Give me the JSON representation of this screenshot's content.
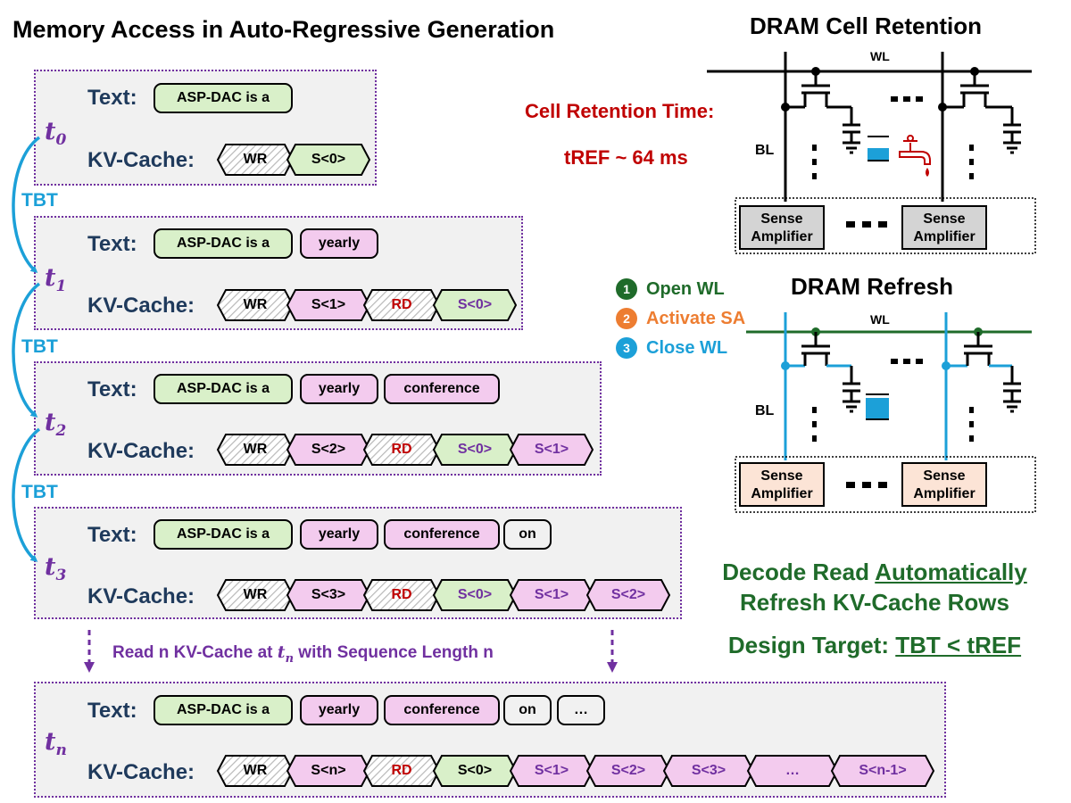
{
  "left": {
    "title": "Memory Access in Auto-Regressive Generation",
    "text_label": "Text:",
    "kv_label": "KV-Cache:",
    "tbt": "TBT",
    "t0": {
      "base": "t",
      "sub": "0"
    },
    "t1": {
      "base": "t",
      "sub": "1"
    },
    "t2": {
      "base": "t",
      "sub": "2"
    },
    "t3": {
      "base": "t",
      "sub": "3"
    },
    "tn": {
      "base": "t",
      "sub": "n"
    },
    "read_note": {
      "prefix": "Read n KV-Cache at ",
      "var": "t",
      "sub": "n",
      "suffix": " with Sequence Length n"
    },
    "tokens": {
      "t1": "ASP-DAC is a",
      "t2": "yearly",
      "t3": "conference",
      "t4": "on",
      "t5": "…"
    },
    "kv": {
      "wr": "WR",
      "rd": "RD",
      "s0": "S<0>",
      "s1": "S<1>",
      "s2": "S<2>",
      "s3": "S<3>",
      "sn": "S<n>",
      "dots": "…",
      "snm1": "S<n-1>"
    }
  },
  "right": {
    "retention_title": "DRAM Cell Retention",
    "refresh_title": "DRAM Refresh",
    "wl": "WL",
    "bl": "BL",
    "ellipsis": "▪▪▪",
    "sa_line1": "Sense",
    "sa_line2": "Amplifier",
    "retention_time": "Cell Retention Time:",
    "tref": "tREF ~ 64 ms",
    "steps": [
      {
        "num": "1",
        "label": "Open WL",
        "color": "#1f6b2a"
      },
      {
        "num": "2",
        "label": "Activate SA",
        "color": "#ed7d31"
      },
      {
        "num": "3",
        "label": "Close WL",
        "color": "#1ca0d8"
      }
    ],
    "decode": {
      "line1_prefix": "Decode Read ",
      "line1_underlined": "Automatically",
      "line2": "Refresh KV-Cache Rows"
    },
    "design": {
      "prefix": "Design Target: ",
      "underlined": "TBT < tREF"
    }
  },
  "colors": {
    "green_fill": "#d9f0c9",
    "pink_fill": "#f3cbee",
    "purple": "#7030a0",
    "blue": "#1ca0d8",
    "dark_green": "#1f6b2a",
    "red": "#c00000"
  }
}
